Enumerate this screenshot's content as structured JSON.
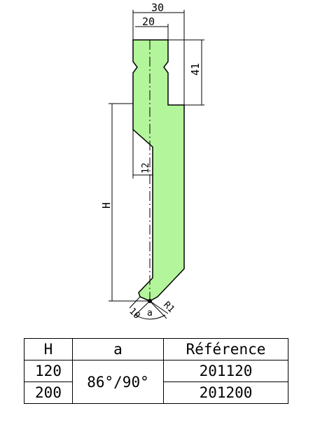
{
  "drawing": {
    "dimensions": {
      "top_width": "30",
      "inner_width": "20",
      "height_41": "41",
      "offset_12": "12",
      "height_label": "H",
      "tip_width": "10",
      "tip_radius": "R1",
      "angle_label": "a"
    },
    "fill_color": "#b3f59a",
    "stroke_color": "#000000"
  },
  "table": {
    "headers": [
      "H",
      "a",
      "Référence"
    ],
    "rows": [
      {
        "h": "120",
        "angle": "86°/90°",
        "ref": "201120"
      },
      {
        "h": "200",
        "angle": "",
        "ref": "201200"
      }
    ]
  }
}
